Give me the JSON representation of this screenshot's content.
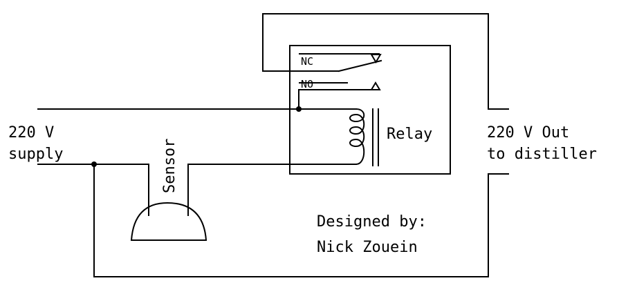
{
  "labels": {
    "supply_line1": "220 V",
    "supply_line2": "supply",
    "sensor": "Sensor",
    "relay": "Relay",
    "nc": "NC",
    "no": "NO",
    "out_line1": "220 V Out",
    "out_line2": "to distiller",
    "designer_line1": "Designed by:",
    "designer_line2": "Nick Zouein"
  },
  "colors": {
    "wire": "#000000",
    "background": "#ffffff"
  }
}
